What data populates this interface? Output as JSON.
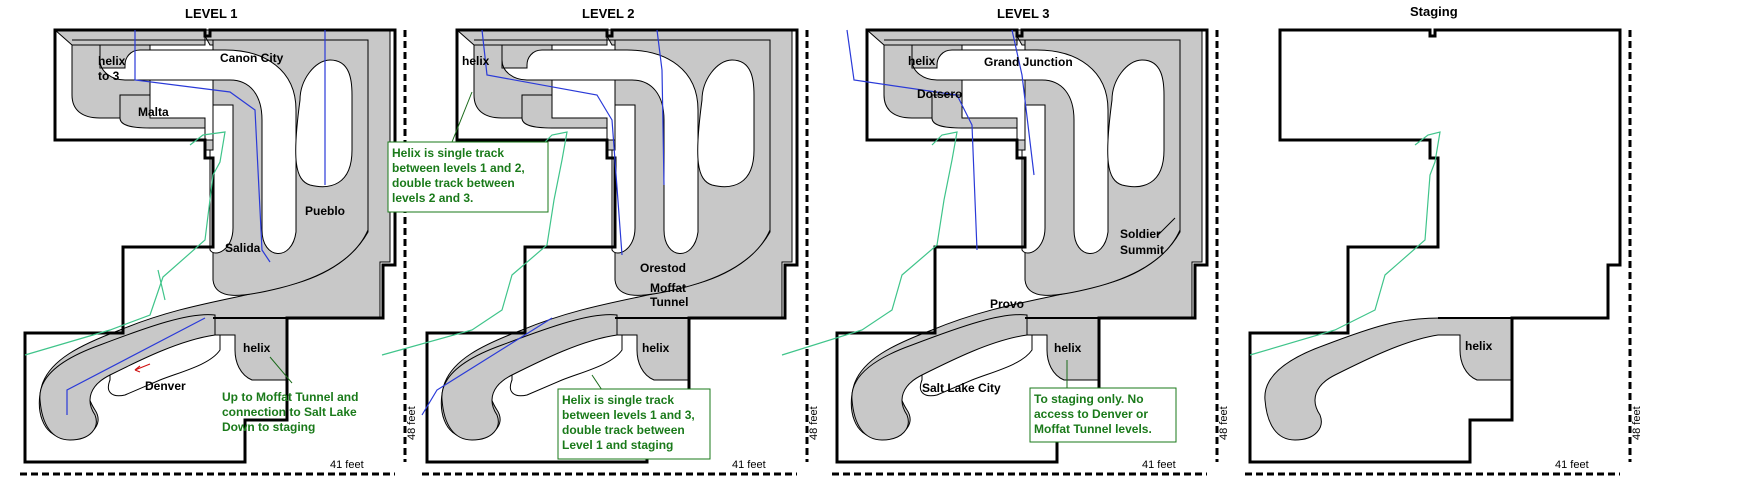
{
  "panels": [
    {
      "title": "LEVEL 1",
      "labels": [
        "helix",
        "to 3",
        "Canon City",
        "Malta",
        "Pueblo",
        "Salida",
        "Denver",
        "helix"
      ],
      "note_lines": [
        "Up to Moffat Tunnel and",
        "connection to Salt Lake",
        "Down to staging"
      ],
      "height_label": "48 feet",
      "width_label": "41 feet"
    },
    {
      "title": "LEVEL  2",
      "labels": [
        "helix",
        "Orestod",
        "Moffat",
        "Tunnel",
        "helix"
      ],
      "note1_lines": [
        "Helix is single track",
        "between levels 1 and 2,",
        "double track between",
        "levels 2 and 3."
      ],
      "note2_lines": [
        "Helix is single track",
        "between levels 1 and 3,",
        "double track between",
        "Level 1 and staging"
      ],
      "height_label": "48 feet",
      "width_label": "41 feet"
    },
    {
      "title": "LEVEL  3",
      "labels": [
        "helix",
        "Grand Junction",
        "Dotsero",
        "Soldier",
        "Summit",
        "Provo",
        "Salt Lake City",
        "helix"
      ],
      "note_lines": [
        "To staging only. No",
        "access to Denver or",
        "Moffat Tunnel levels."
      ],
      "height_label": "48 feet",
      "width_label": "41 feet"
    },
    {
      "title": "Staging",
      "labels": [
        "helix"
      ],
      "height_label": "48 feet",
      "width_label": "41 feet"
    }
  ],
  "colors": {
    "table": "#c8c8c8",
    "mainline": "#2a3ad8",
    "connector": "#3fc48a",
    "note_text": "#1a7a1a",
    "direction_arrow": "#d01010"
  }
}
